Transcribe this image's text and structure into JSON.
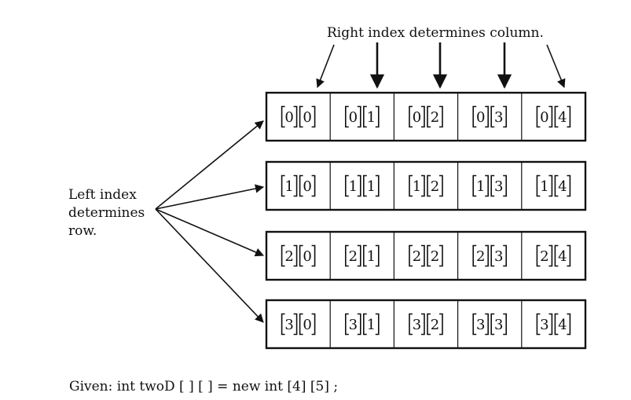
{
  "top_caption": "Right index determines column.",
  "left_caption_lines": [
    "Left index",
    "determines",
    "row."
  ],
  "bottom_caption": "Given: int twoD [ ] [ ]  =  new int [4] [5] ;",
  "rows": [
    [
      [
        "0",
        "0"
      ],
      [
        "0",
        "1"
      ],
      [
        "0",
        "2"
      ],
      [
        "0",
        "3"
      ],
      [
        "0",
        "4"
      ]
    ],
    [
      [
        "1",
        "0"
      ],
      [
        "1",
        "1"
      ],
      [
        "1",
        "2"
      ],
      [
        "1",
        "3"
      ],
      [
        "1",
        "4"
      ]
    ],
    [
      [
        "2",
        "0"
      ],
      [
        "2",
        "1"
      ],
      [
        "2",
        "2"
      ],
      [
        "2",
        "3"
      ],
      [
        "2",
        "4"
      ]
    ],
    [
      [
        "3",
        "0"
      ],
      [
        "3",
        "1"
      ],
      [
        "3",
        "2"
      ],
      [
        "3",
        "3"
      ],
      [
        "3",
        "4"
      ]
    ]
  ]
}
